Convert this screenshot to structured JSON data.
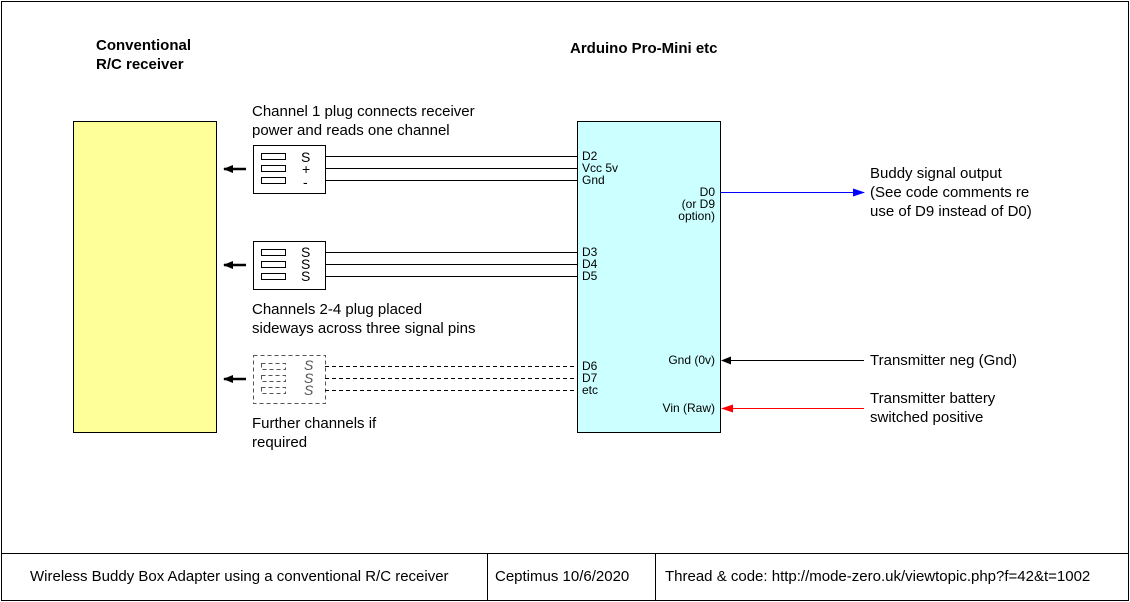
{
  "receiver": {
    "title_line1": "Conventional",
    "title_line2": "R/C receiver"
  },
  "arduino": {
    "title": "Arduino Pro-Mini etc",
    "pins_left": {
      "d2": "D2",
      "vcc": "Vcc 5v",
      "gnd": "Gnd",
      "d3": "D3",
      "d4": "D4",
      "d5": "D5",
      "d6": "D6",
      "d7": "D7",
      "etc": "etc"
    },
    "pins_right": {
      "d0": "D0",
      "d9_line1": "(or D9",
      "d9_line2": "option)",
      "gnd0v": "Gnd (0v)",
      "vin": "Vin (Raw)"
    }
  },
  "plugs": {
    "ch1": {
      "s": "S",
      "plus": "+",
      "minus": "-"
    },
    "ch24": {
      "s1": "S",
      "s2": "S",
      "s3": "S"
    },
    "further": {
      "s1": "S",
      "s2": "S",
      "s3": "S"
    }
  },
  "labels": {
    "ch1_line1": "Channel 1 plug connects receiver",
    "ch1_line2": "power and reads one channel",
    "ch24_line1": "Channels 2-4 plug placed",
    "ch24_line2": "sideways across three signal pins",
    "further_line1": "Further channels if",
    "further_line2": "required",
    "buddy_line1": "Buddy signal output",
    "buddy_line2": "(See code comments re",
    "buddy_line3": "use of D9 instead of D0)",
    "txneg": "Transmitter neg (Gnd)",
    "txbat_line1": "Transmitter battery",
    "txbat_line2": "switched positive"
  },
  "footer": {
    "title": "Wireless Buddy Box Adapter using a conventional R/C receiver",
    "author": "Ceptimus 10/6/2020",
    "link": "Thread & code: http://mode-zero.uk/viewtopic.php?f=42&t=1002"
  },
  "colors": {
    "receiver_fill": "#ffff99",
    "arduino_fill": "#ccffff",
    "buddy_arrow": "#0000ff",
    "vin_arrow": "#ff0000"
  }
}
